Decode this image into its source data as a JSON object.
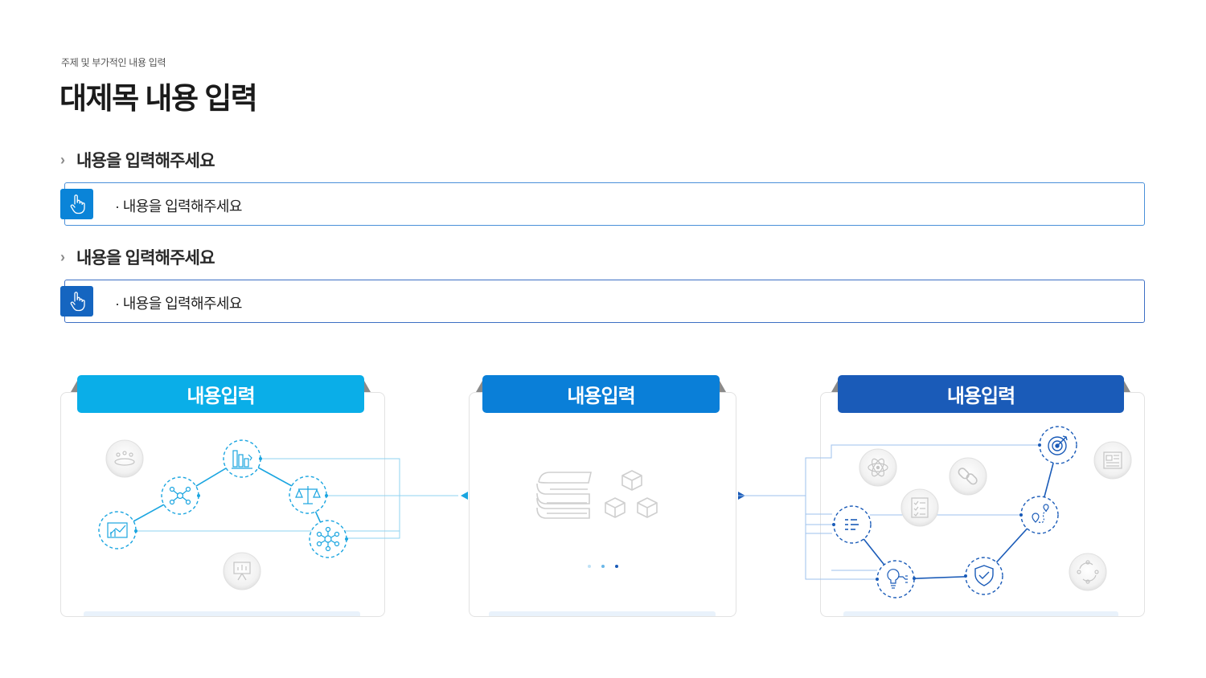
{
  "header": {
    "subtitle": "주제 및 부가적인 내용 입력",
    "title": "대제목 내용 입력"
  },
  "sections": [
    {
      "heading": "내용을 입력해주세요",
      "bullet": "· 내용을 입력해주세요",
      "tab_color": "#0a84d8"
    },
    {
      "heading": "내용을 입력해주세요",
      "bullet": "· 내용을 입력해주세요",
      "tab_color": "#1565c0"
    }
  ],
  "panels": [
    {
      "label": "내용입력",
      "color": "#0aaee8"
    },
    {
      "label": "내용입력",
      "color": "#0a7fd8"
    },
    {
      "label": "내용입력",
      "color": "#1a5bb8"
    }
  ],
  "colors": {
    "accent_light": "#0aaee8",
    "accent_mid": "#0a7fd8",
    "accent_dark": "#1a5bb8",
    "icon_grey": "#c9c9c9"
  },
  "icons": {
    "left_network": [
      "chart-icon",
      "network-icon",
      "bar-chart-icon",
      "scales-icon",
      "hub-icon"
    ],
    "left_faded": [
      "meeting-icon",
      "presentation-icon"
    ],
    "center": [
      "books-icon",
      "cubes-icon"
    ],
    "right_network": [
      "list-icon",
      "idea-icon",
      "shield-check-icon",
      "map-route-icon",
      "target-icon"
    ],
    "right_faded": [
      "atom-icon",
      "link-icon",
      "checklist-icon",
      "news-icon",
      "cycle-icon"
    ]
  }
}
